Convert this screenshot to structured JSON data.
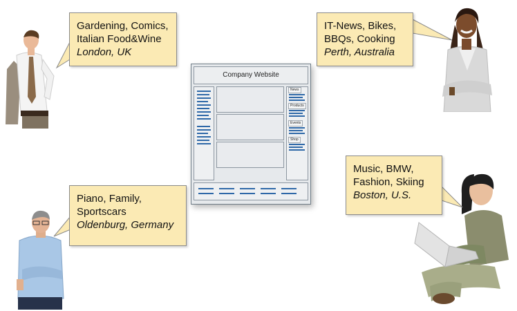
{
  "website": {
    "title": "Company Website",
    "sidebar_labels": [
      "News",
      "Products",
      "Events",
      "Shop"
    ]
  },
  "personas": [
    {
      "interests_line1": "Gardening, Comics,",
      "interests_line2": "Italian Food&Wine",
      "location": "London, UK"
    },
    {
      "interests_line1": "IT-News, Bikes,",
      "interests_line2": "BBQs, Cooking",
      "location": "Perth, Australia"
    },
    {
      "interests_line1": "Piano, Family,",
      "interests_line2": "Sportscars",
      "location": "Oldenburg, Germany"
    },
    {
      "interests_line1": "Music, BMW,",
      "interests_line2": "Fashion, Skiing",
      "location": "Boston, U.S."
    }
  ],
  "colors": {
    "bubble_fill": "#fbeab4",
    "bubble_border": "#8a8a8a",
    "nav_lines": "#2e68a8",
    "website_frame": "#6e7b86"
  }
}
